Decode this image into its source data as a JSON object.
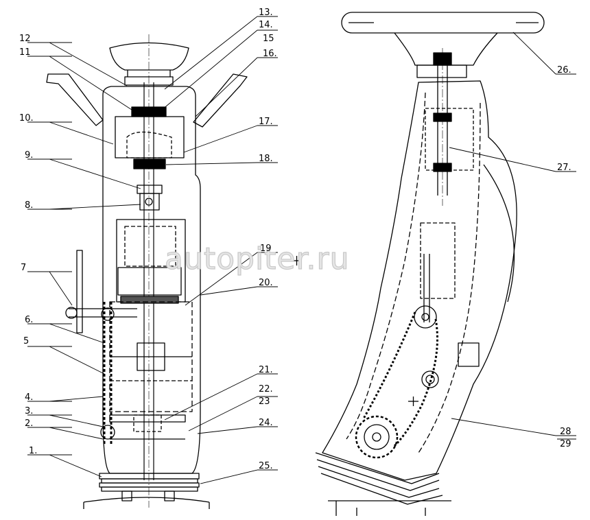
{
  "watermark": "autopiter.ru",
  "labels": {
    "l1": "1.",
    "l2": "2.",
    "l3": "3.",
    "l4": "4.",
    "l5": "5",
    "l6": "6.",
    "l7": "7",
    "l8": "8.",
    "l9": "9.",
    "l10": "10.",
    "l11": "11",
    "l12": "12",
    "l13": "13.",
    "l14": "14.",
    "l15": "15",
    "l16": "16.",
    "l17": "17.",
    "l18": "18.",
    "l19": "19",
    "l20": "20.",
    "l21": "21.",
    "l22": "22.",
    "l23": "23",
    "l24": "24.",
    "l25": "25.",
    "l26": "26.",
    "l27": "27.",
    "l28": "28",
    "l29": "29"
  }
}
